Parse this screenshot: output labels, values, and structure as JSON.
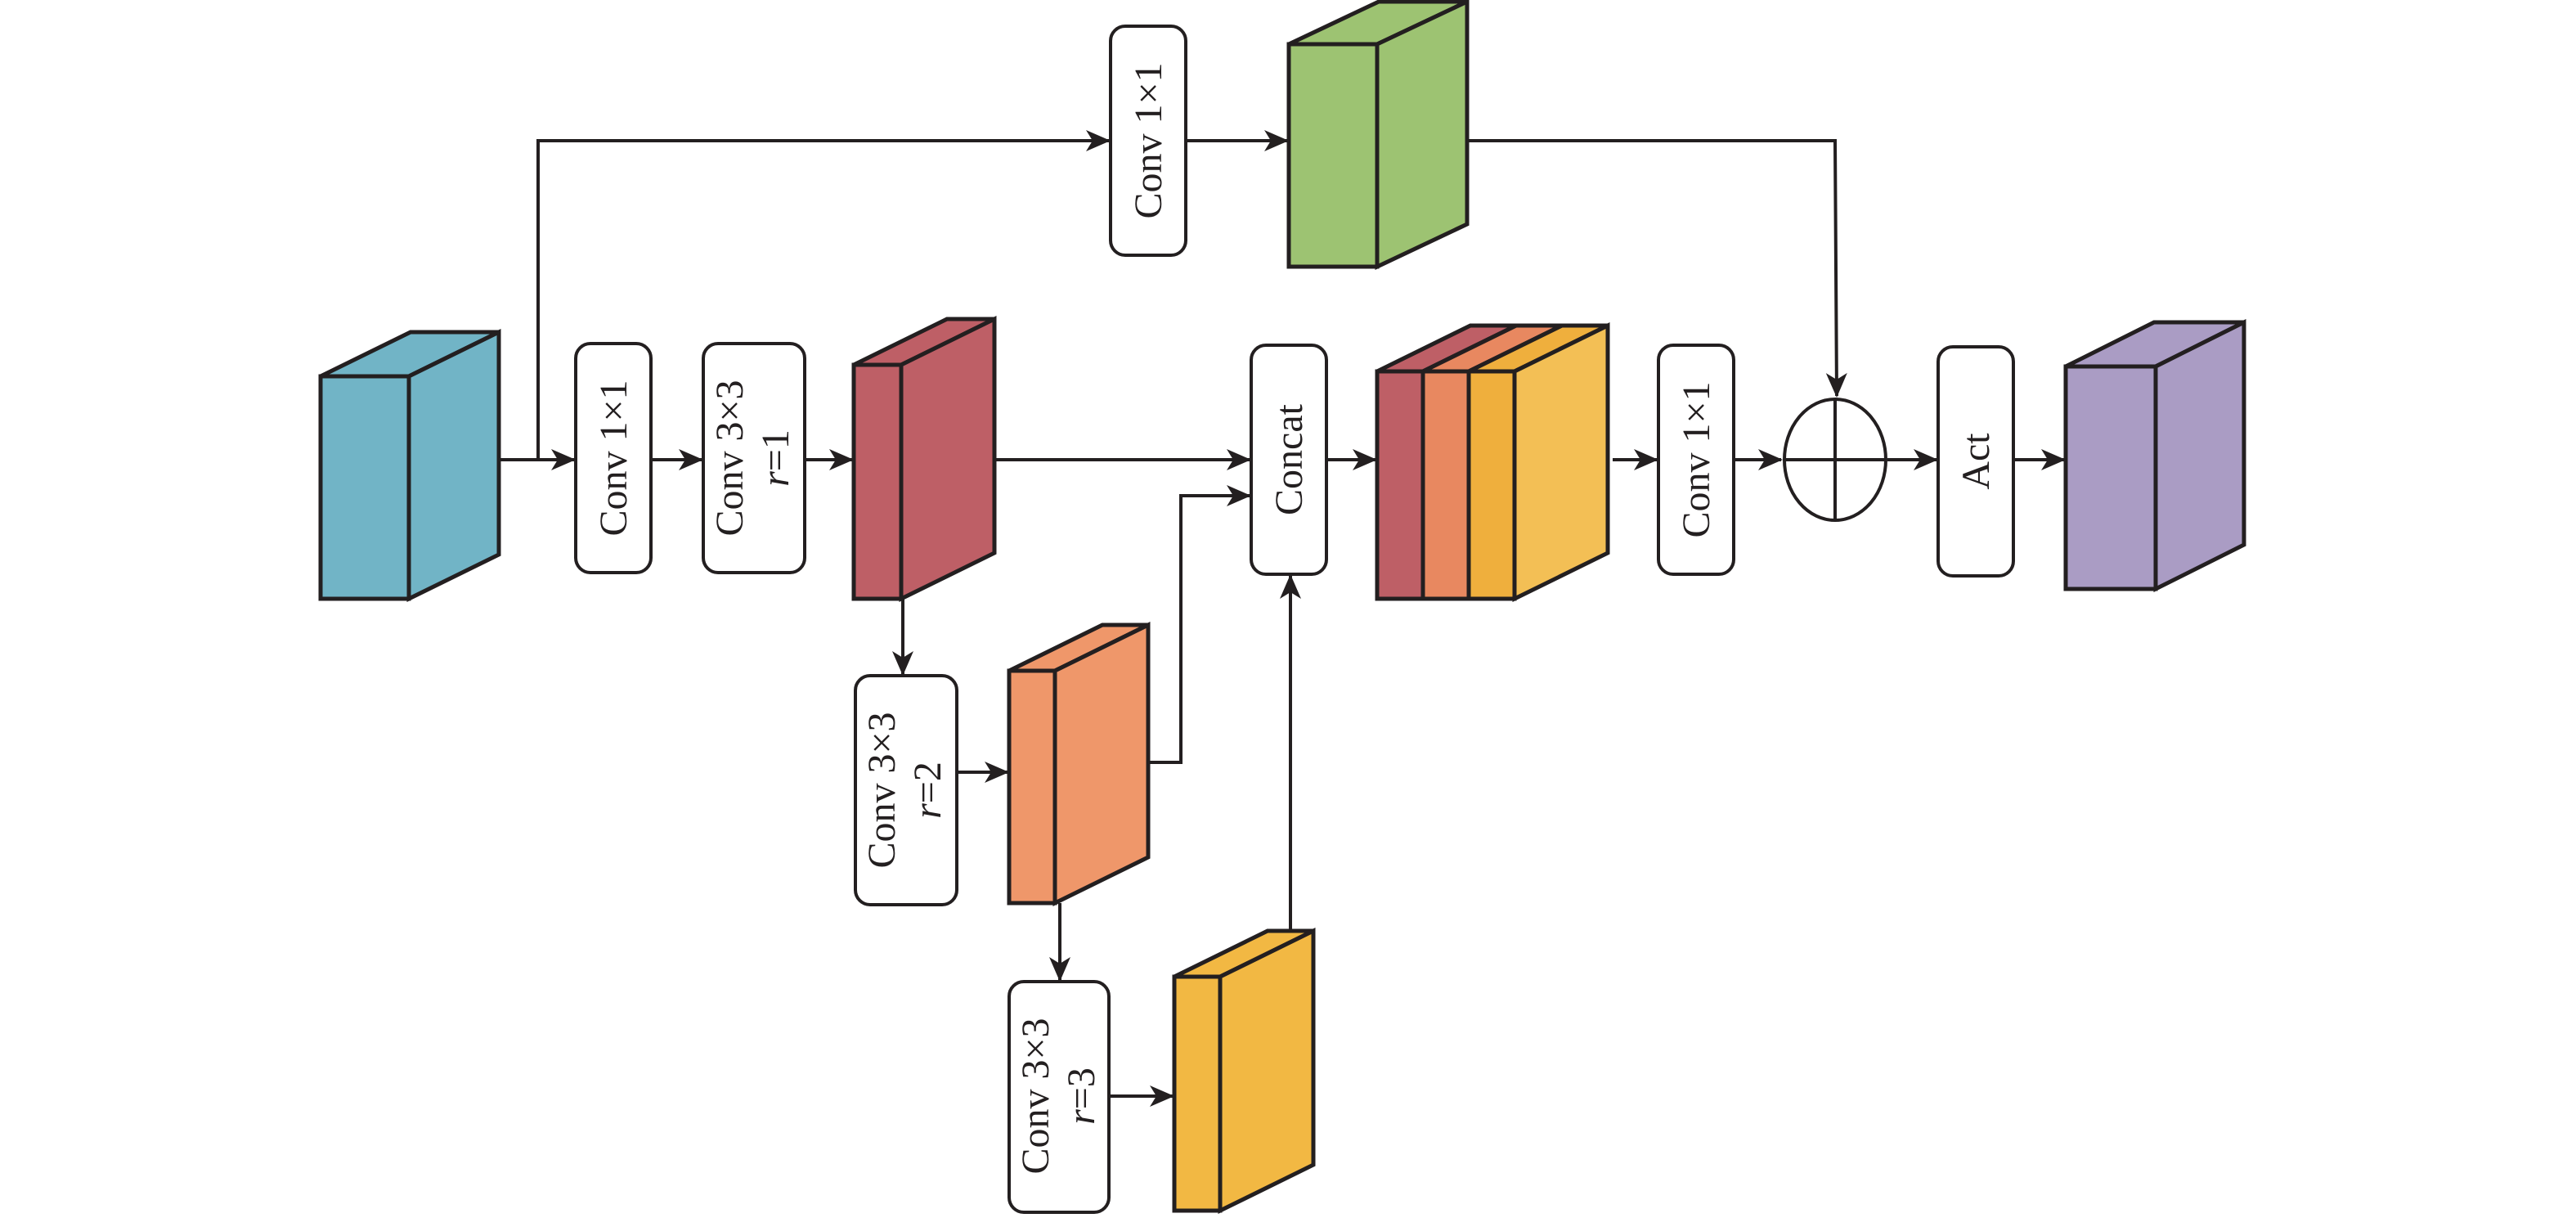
{
  "diagram": {
    "type": "neural-network-block",
    "colors": {
      "input": "#71b4c6",
      "branch_r1": "#be5f66",
      "branch_r2": "#ef976a",
      "branch_r2_dark": "#e67e52",
      "branch_r3": "#f2b843",
      "branch_r3_dark": "#eea82c",
      "shortcut": "#9dc372",
      "output": "#aa9cc4",
      "line": "#231f20"
    },
    "nodes": {
      "shortcut_conv": {
        "line1": "Conv 1×1"
      },
      "main_conv1x1": {
        "line1": "Conv 1×1"
      },
      "conv_r1": {
        "line1": "Conv 3×3",
        "line2_var": "r",
        "line2_val": "=1"
      },
      "conv_r2": {
        "line1": "Conv 3×3",
        "line2_var": "r",
        "line2_val": "=2"
      },
      "conv_r3": {
        "line1": "Conv 3×3",
        "line2_var": "r",
        "line2_val": "=3"
      },
      "concat": {
        "line1": "Concat"
      },
      "post_conv1x1": {
        "line1": "Conv 1×1"
      },
      "act": {
        "line1": "Act"
      }
    },
    "add_operator": "⊕",
    "feature_maps": [
      "input",
      "shortcut",
      "branch_r1",
      "branch_r2",
      "branch_r3",
      "concatenated",
      "output"
    ]
  }
}
